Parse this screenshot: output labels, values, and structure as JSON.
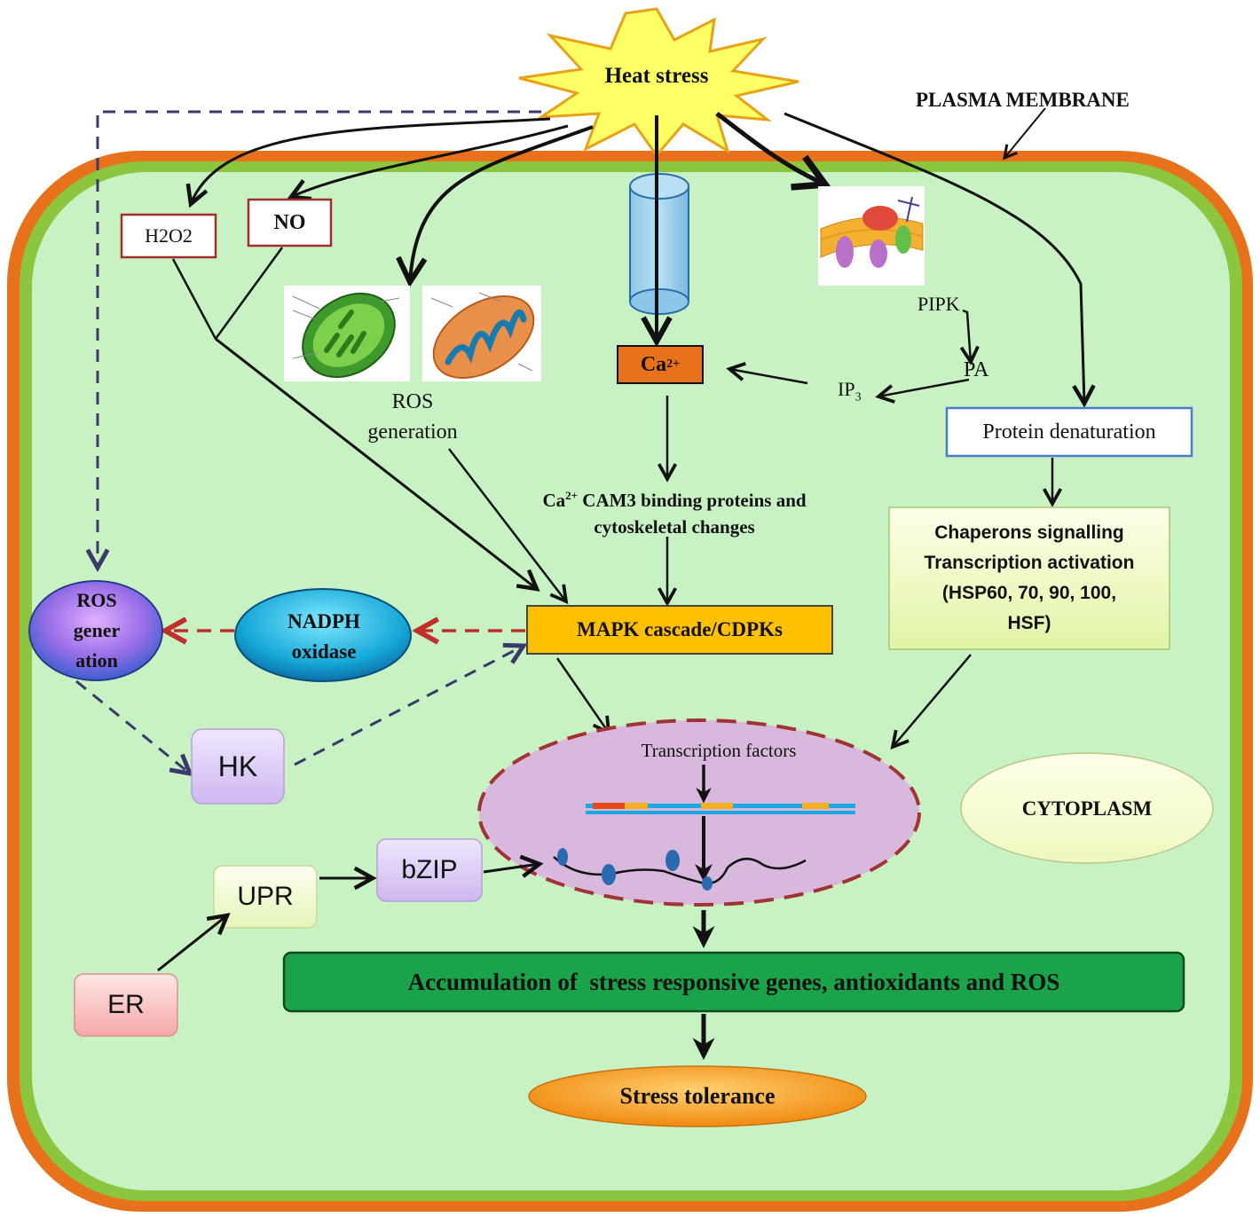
{
  "labels": {
    "heat_stress": "Heat stress",
    "plasma_membrane": "PLASMA MEMBRANE",
    "h2o2": "H2O2",
    "no": "NO",
    "ros_generation_line1": "ROS",
    "ros_generation_line2": "generation",
    "ca2": "Ca",
    "ca2_sup": "2+",
    "pipk": "PIPK",
    "pa": "PA",
    "ip3": "IP",
    "ip3_sub": "3",
    "protein_denaturation": "Protein denaturation",
    "cam3_prefix": "Ca",
    "cam3_sup": "2+",
    "cam3_line1_rest": " CAM3 binding proteins and",
    "cam3_line2": "cytoskeletal changes",
    "chaperons": [
      "Chaperons signalling",
      "Transcription activation",
      "(HSP60, 70, 90, 100,",
      "HSF)"
    ],
    "ros_oval": [
      "ROS",
      "gener",
      "ation"
    ],
    "nadph": [
      "NADPH",
      "oxidase"
    ],
    "mapk": "MAPK cascade/CDPKs",
    "hk": "HK",
    "transcription_factors": "Transcription factors",
    "cytoplasm": "CYTOPLASM",
    "upr": "UPR",
    "bzip": "bZIP",
    "er": "ER",
    "accumulation": "Accumulation of  stress responsive genes, antioxidants and ROS",
    "stress_tolerance": "Stress tolerance"
  },
  "colors": {
    "cell_outer": "#e8721c",
    "cell_green": "#8cc63f",
    "cytoplasm_fill": "#c9f2c4",
    "star_fill": "#ffff66",
    "star_stroke": "#e8a21a",
    "ca_box": "#e8721c",
    "mapk_box": "#ffc000",
    "accumulation_box": "#1aa34a",
    "nucleus_fill": "#d8b8dc",
    "nucleus_stroke": "#a03434",
    "dashed_red": "#c0302a",
    "dashed_navy": "#3a3a6a",
    "protein_box_border": "#4a7ac8"
  },
  "icons": {
    "membrane_image": "lipid-bilayer-illustration",
    "chloroplast_image": "chloroplast-illustration",
    "mitochondrion_image": "mitochondrion-illustration",
    "channel": "calcium-channel-cylinder"
  }
}
